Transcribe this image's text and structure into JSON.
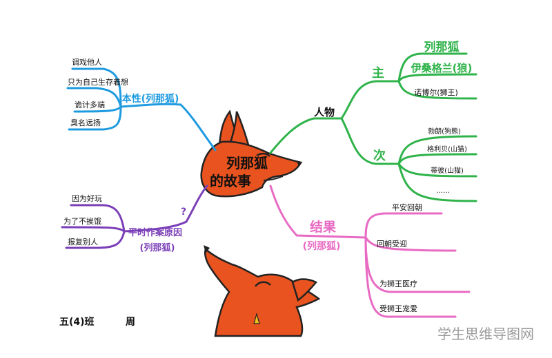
{
  "center": {
    "line1": "列那狐",
    "line2": "的故事"
  },
  "branches": {
    "nature": {
      "title": "本性(列那狐)",
      "items": [
        "调戏他人",
        "只为自己生存着想",
        "诡计多端",
        "臭名远扬"
      ]
    },
    "characters": {
      "title": "人物",
      "main": {
        "label": "主",
        "items": [
          "列那狐",
          "伊桑格兰(狼)",
          "诺博尔(狮王)"
        ]
      },
      "minor": {
        "label": "次",
        "items": [
          "勃朗(狗熊)",
          "格利贝(山猫)",
          "蒂彼(山猫)",
          "……"
        ]
      }
    },
    "reasons": {
      "title": "平时作案原因",
      "subtitle": "(列那狐)",
      "items": [
        "因为好玩",
        "为了不挨饿",
        "报复别人"
      ]
    },
    "ending": {
      "title": "结果",
      "subtitle": "(列那狐)",
      "items": [
        "平安回朝",
        "回朝受迎",
        "为狮王医疗",
        "受狮王宠爱"
      ]
    }
  },
  "signature": {
    "class": "五(4)班",
    "name": "周"
  },
  "watermark": "学生思维导图网",
  "colors": {
    "fox_orange": "#e8531f",
    "blue": "#1e9be0",
    "green": "#2fb34a",
    "purple": "#7b3fb8",
    "pink": "#e86bc3"
  }
}
